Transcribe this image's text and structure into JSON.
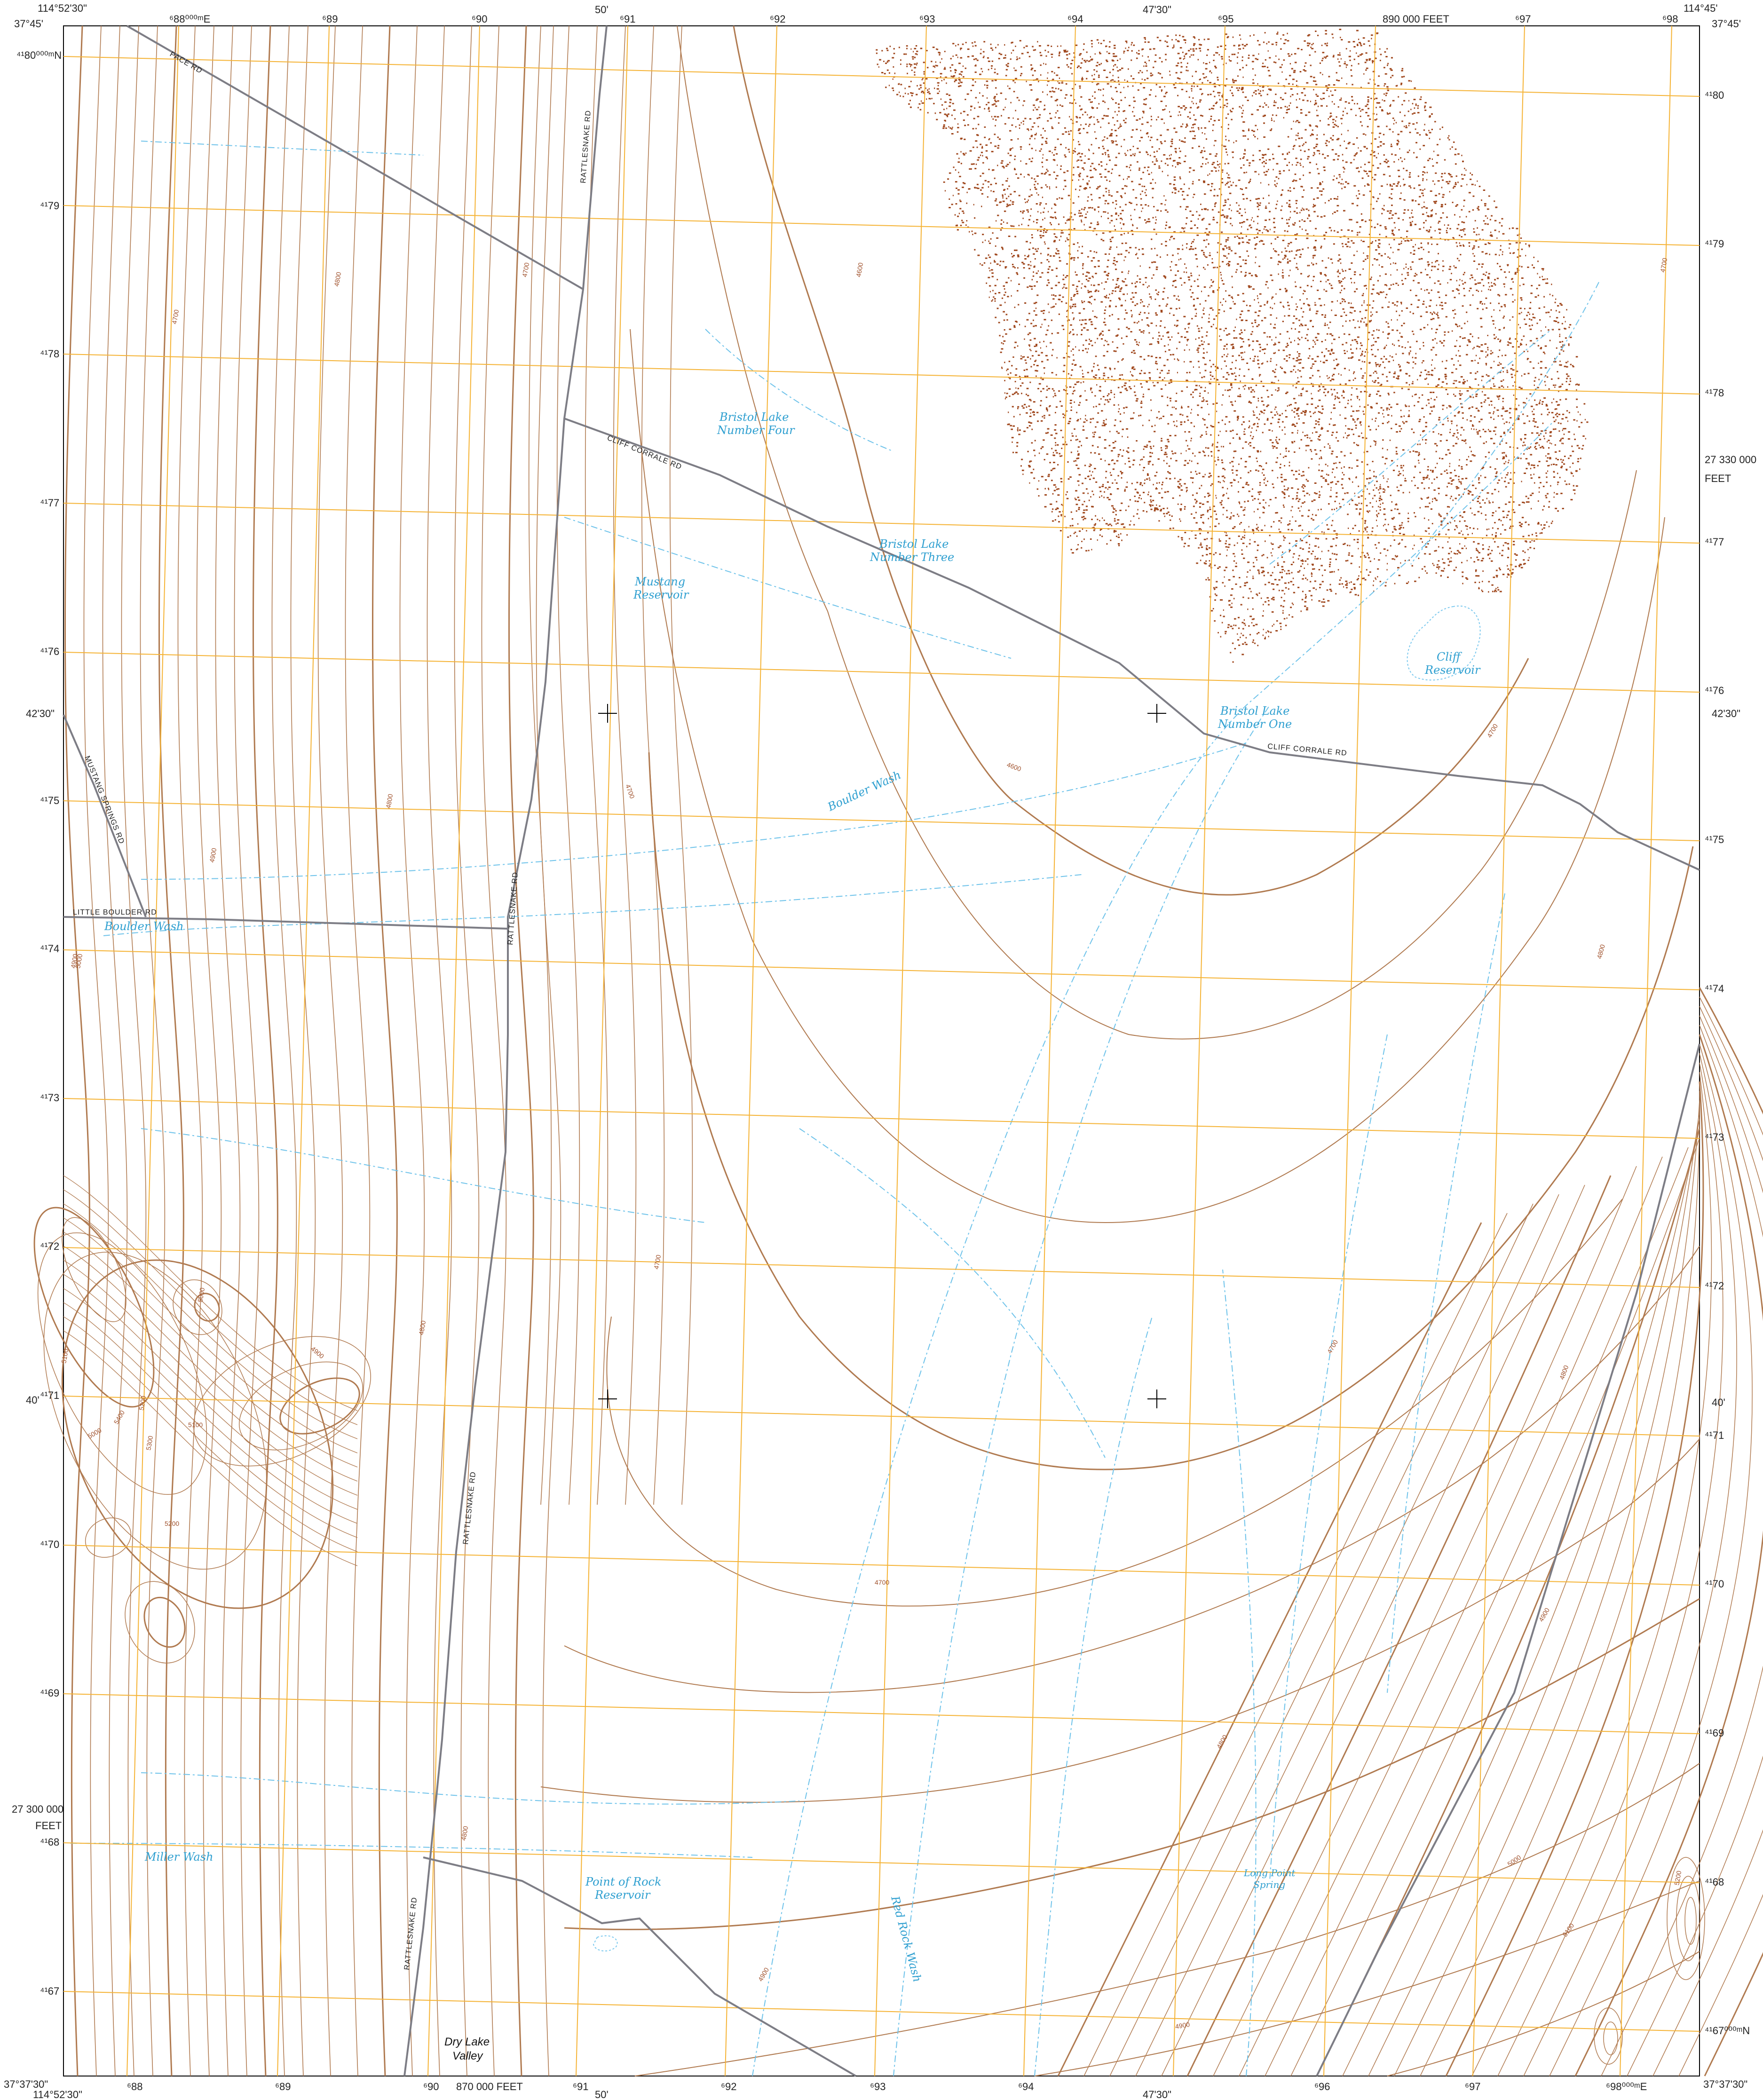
{
  "edge": {
    "top": [
      {
        "id": "tl_lon",
        "text": "114°52'30\""
      },
      {
        "id": "tl_lat",
        "text": "37°45'"
      },
      {
        "id": "t_e688",
        "text": "⁶88⁰⁰⁰ᵐE"
      },
      {
        "id": "t_e689",
        "text": "⁶89"
      },
      {
        "id": "t_e690",
        "text": "⁶90"
      },
      {
        "id": "t_50",
        "text": "50'"
      },
      {
        "id": "t_e691",
        "text": "⁶91"
      },
      {
        "id": "t_e692",
        "text": "⁶92"
      },
      {
        "id": "t_e693",
        "text": "⁶93"
      },
      {
        "id": "t_e694",
        "text": "⁶94"
      },
      {
        "id": "t_4730",
        "text": "47'30\""
      },
      {
        "id": "t_e695",
        "text": "⁶95"
      },
      {
        "id": "t_890000",
        "text": "890 000 FEET"
      },
      {
        "id": "t_e697",
        "text": "⁶97"
      },
      {
        "id": "t_e698",
        "text": "⁶98"
      },
      {
        "id": "tr_lon",
        "text": "114°45'"
      },
      {
        "id": "tr_lat",
        "text": "37°45'"
      }
    ],
    "bottom": [
      {
        "id": "bl_lat",
        "text": "37°37'30\""
      },
      {
        "id": "bl_lon",
        "text": "114°52'30\""
      },
      {
        "id": "b_e688",
        "text": "⁶88"
      },
      {
        "id": "b_e689",
        "text": "⁶89"
      },
      {
        "id": "b_e690",
        "text": "⁶90"
      },
      {
        "id": "b_870000",
        "text": "870 000 FEET"
      },
      {
        "id": "b_e691",
        "text": "⁶91"
      },
      {
        "id": "b_50",
        "text": "50'"
      },
      {
        "id": "b_e692",
        "text": "⁶92"
      },
      {
        "id": "b_e693",
        "text": "⁶93"
      },
      {
        "id": "b_e694",
        "text": "⁶94"
      },
      {
        "id": "b_4730",
        "text": "47'30\""
      },
      {
        "id": "b_e696",
        "text": "⁶96"
      },
      {
        "id": "b_e697",
        "text": "⁶97"
      },
      {
        "id": "b_e698",
        "text": "⁶98⁰⁰⁰ᵐE"
      },
      {
        "id": "br_lat",
        "text": "37°37'30\""
      }
    ],
    "left": [
      {
        "id": "l_n80",
        "text": "⁴¹80⁰⁰⁰ᵐN"
      },
      {
        "id": "l_n79",
        "text": "⁴¹79"
      },
      {
        "id": "l_n78",
        "text": "⁴¹78"
      },
      {
        "id": "l_n77",
        "text": "⁴¹77"
      },
      {
        "id": "l_n76",
        "text": "⁴¹76"
      },
      {
        "id": "l_4230",
        "text": "42'30\""
      },
      {
        "id": "l_n75",
        "text": "⁴¹75"
      },
      {
        "id": "l_n74",
        "text": "⁴¹74"
      },
      {
        "id": "l_n73",
        "text": "⁴¹73"
      },
      {
        "id": "l_n72",
        "text": "⁴¹72"
      },
      {
        "id": "l_40",
        "text": "40'"
      },
      {
        "id": "l_n71",
        "text": "⁴¹71"
      },
      {
        "id": "l_n70",
        "text": "⁴¹70"
      },
      {
        "id": "l_n69",
        "text": "⁴¹69"
      },
      {
        "id": "l_27300000",
        "text": "27 300 000"
      },
      {
        "id": "l_feet",
        "text": "FEET"
      },
      {
        "id": "l_n68",
        "text": "⁴¹68"
      },
      {
        "id": "l_n67",
        "text": "⁴¹67"
      }
    ],
    "right": [
      {
        "id": "r_n80",
        "text": "⁴¹80"
      },
      {
        "id": "r_n79",
        "text": "⁴¹79"
      },
      {
        "id": "r_n78",
        "text": "⁴¹78"
      },
      {
        "id": "r_27330000",
        "text": "27 330 000"
      },
      {
        "id": "r_feet",
        "text": "FEET"
      },
      {
        "id": "r_n77",
        "text": "⁴¹77"
      },
      {
        "id": "r_n76",
        "text": "⁴¹76"
      },
      {
        "id": "r_4230",
        "text": "42'30\""
      },
      {
        "id": "r_n75",
        "text": "⁴¹75"
      },
      {
        "id": "r_n74",
        "text": "⁴¹74"
      },
      {
        "id": "r_n73",
        "text": "⁴¹73"
      },
      {
        "id": "r_n72",
        "text": "⁴¹72"
      },
      {
        "id": "r_40",
        "text": "40'"
      },
      {
        "id": "r_n71",
        "text": "⁴¹71"
      },
      {
        "id": "r_n70",
        "text": "⁴¹70"
      },
      {
        "id": "r_n69",
        "text": "⁴¹69"
      },
      {
        "id": "r_n68",
        "text": "⁴¹68"
      },
      {
        "id": "r_n67",
        "text": "⁴¹67⁰⁰⁰ᵐN"
      }
    ]
  },
  "water_labels": [
    {
      "id": "bristol4_a",
      "text": "Bristol Lake"
    },
    {
      "id": "bristol4_b",
      "text": "Number Four"
    },
    {
      "id": "bristol3_a",
      "text": "Bristol Lake"
    },
    {
      "id": "bristol3_b",
      "text": "Number Three"
    },
    {
      "id": "mustang_a",
      "text": "Mustang"
    },
    {
      "id": "mustang_b",
      "text": "Reservoir"
    },
    {
      "id": "cliff_a",
      "text": "Cliff"
    },
    {
      "id": "cliff_b",
      "text": "Reservoir"
    },
    {
      "id": "bristol1_a",
      "text": "Bristol Lake"
    },
    {
      "id": "bristol1_b",
      "text": "Number One"
    },
    {
      "id": "boulder_wash_c",
      "text": "Boulder Wash"
    },
    {
      "id": "boulder_wash_w",
      "text": "Boulder Wash"
    },
    {
      "id": "miller_wash",
      "text": "Miller Wash"
    },
    {
      "id": "point_rock_a",
      "text": "Point of Rock"
    },
    {
      "id": "point_rock_b",
      "text": "Reservoir"
    },
    {
      "id": "long_point_a",
      "text": "Long Point"
    },
    {
      "id": "long_point_b",
      "text": "Spring"
    },
    {
      "id": "red_rock_wash",
      "text": "Red Rock Wash"
    }
  ],
  "place_labels": [
    {
      "id": "dry_lake_a",
      "text": "Dry Lake"
    },
    {
      "id": "dry_lake_b",
      "text": "Valley"
    }
  ],
  "road_labels": [
    {
      "id": "pace_rd",
      "text": "PACE  RD"
    },
    {
      "id": "rattlesnake_1",
      "text": "RATTLESNAKE  RD"
    },
    {
      "id": "rattlesnake_2",
      "text": "RATTLESNAKE  RD"
    },
    {
      "id": "rattlesnake_3",
      "text": "RATTLESNAKE  RD"
    },
    {
      "id": "rattlesnake_4",
      "text": "RATTLESNAKE  RD"
    },
    {
      "id": "cliff_corrale_1",
      "text": "CLIFF  CORRALE  RD"
    },
    {
      "id": "cliff_corrale_2",
      "text": "CLIFF  CORRALE  RD"
    },
    {
      "id": "mustang_springs",
      "text": "MUSTANG  SPRINGS  RD"
    },
    {
      "id": "little_boulder",
      "text": "LITTLE  BOULDER  RD"
    }
  ],
  "contour_labels": [
    {
      "id": "c1",
      "text": "4700"
    },
    {
      "id": "c2",
      "text": "4800"
    },
    {
      "id": "c3",
      "text": "4700"
    },
    {
      "id": "c4",
      "text": "4600"
    },
    {
      "id": "c5",
      "text": "4600"
    },
    {
      "id": "c6",
      "text": "4700"
    },
    {
      "id": "c7",
      "text": "4700"
    },
    {
      "id": "c8",
      "text": "4700"
    },
    {
      "id": "c9",
      "text": "4800"
    },
    {
      "id": "c10",
      "text": "4900"
    },
    {
      "id": "c11",
      "text": "4800"
    },
    {
      "id": "c12",
      "text": "4900"
    },
    {
      "id": "c13",
      "text": "5000"
    },
    {
      "id": "c14",
      "text": "4700"
    },
    {
      "id": "c15",
      "text": "4700"
    },
    {
      "id": "c16",
      "text": "4800"
    },
    {
      "id": "c17",
      "text": "4800"
    },
    {
      "id": "c18",
      "text": "4900"
    },
    {
      "id": "c19",
      "text": "5000"
    },
    {
      "id": "c20",
      "text": "5100"
    },
    {
      "id": "c21",
      "text": "5200"
    },
    {
      "id": "c22",
      "text": "5300"
    },
    {
      "id": "c23",
      "text": "5400"
    },
    {
      "id": "c24",
      "text": "5000"
    },
    {
      "id": "c25",
      "text": "5100"
    },
    {
      "id": "c26",
      "text": "5200"
    },
    {
      "id": "c27",
      "text": "4700"
    },
    {
      "id": "c28",
      "text": "4900"
    },
    {
      "id": "c29",
      "text": "4800"
    },
    {
      "id": "c30",
      "text": "5000"
    },
    {
      "id": "c31",
      "text": "5100"
    },
    {
      "id": "c32",
      "text": "5200"
    },
    {
      "id": "c33",
      "text": "4900"
    },
    {
      "id": "c34",
      "text": "4800"
    },
    {
      "id": "c35",
      "text": "4900"
    }
  ],
  "colors": {
    "grid_line": "#f5b335",
    "contour": "#b07a50",
    "contour_index": "#a0522d",
    "water": "#6fc3ea",
    "water_label": "#2e9fd0",
    "road": "#7d7d85",
    "lava_dots": "#a0481e",
    "background": "#ffffff"
  }
}
